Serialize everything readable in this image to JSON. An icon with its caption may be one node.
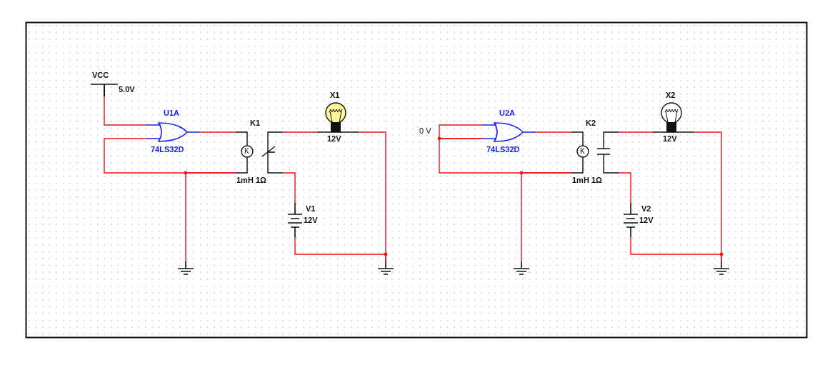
{
  "diagram": {
    "nodes": [
      {
        "text": [
          "VCC",
          "5.0V"
        ]
      },
      {
        "text": [
          "U1A",
          "74LS32D"
        ]
      },
      {
        "text": [
          "K1",
          "K",
          "1mH 1Ω"
        ]
      },
      {
        "text": [
          "X1",
          "12V"
        ]
      },
      {
        "text": [
          "V1",
          "12V"
        ]
      },
      {
        "text": [],
        "shape": "ground"
      },
      {
        "text": [],
        "shape": "ground"
      },
      {
        "text": [
          "0 V"
        ]
      },
      {
        "text": [
          "U2A",
          "74LS32D"
        ]
      },
      {
        "text": [
          "K2",
          "K",
          "1mH 1Ω"
        ]
      },
      {
        "text": [
          "X2",
          "12V"
        ]
      },
      {
        "text": [
          "V2",
          "12V"
        ]
      },
      {
        "text": [],
        "shape": "ground"
      },
      {
        "text": [],
        "shape": "ground"
      }
    ],
    "edges": [
      {
        "from": 0,
        "to": 1,
        "arrow": "none"
      },
      {
        "from": 1,
        "to": 2,
        "arrow": "none"
      },
      {
        "from": 2,
        "to": 1,
        "arrow": "none"
      },
      {
        "from": 2,
        "to": 5,
        "arrow": "none"
      },
      {
        "from": 2,
        "to": 3,
        "arrow": "none"
      },
      {
        "from": 3,
        "to": 6,
        "arrow": "none"
      },
      {
        "from": 2,
        "to": 4,
        "arrow": "none"
      },
      {
        "from": 4,
        "to": 6,
        "arrow": "none"
      },
      {
        "from": 7,
        "to": 8,
        "arrow": "none"
      },
      {
        "from": 7,
        "to": 8,
        "arrow": "none"
      },
      {
        "from": 8,
        "to": 9,
        "arrow": "none"
      },
      {
        "from": 9,
        "to": 8,
        "arrow": "none"
      },
      {
        "from": 9,
        "to": 12,
        "arrow": "none"
      },
      {
        "from": 9,
        "to": 10,
        "arrow": "none"
      },
      {
        "from": 10,
        "to": 13,
        "arrow": "none"
      },
      {
        "from": 9,
        "to": 11,
        "arrow": "none"
      },
      {
        "from": 11,
        "to": 13,
        "arrow": "none"
      }
    ]
  }
}
